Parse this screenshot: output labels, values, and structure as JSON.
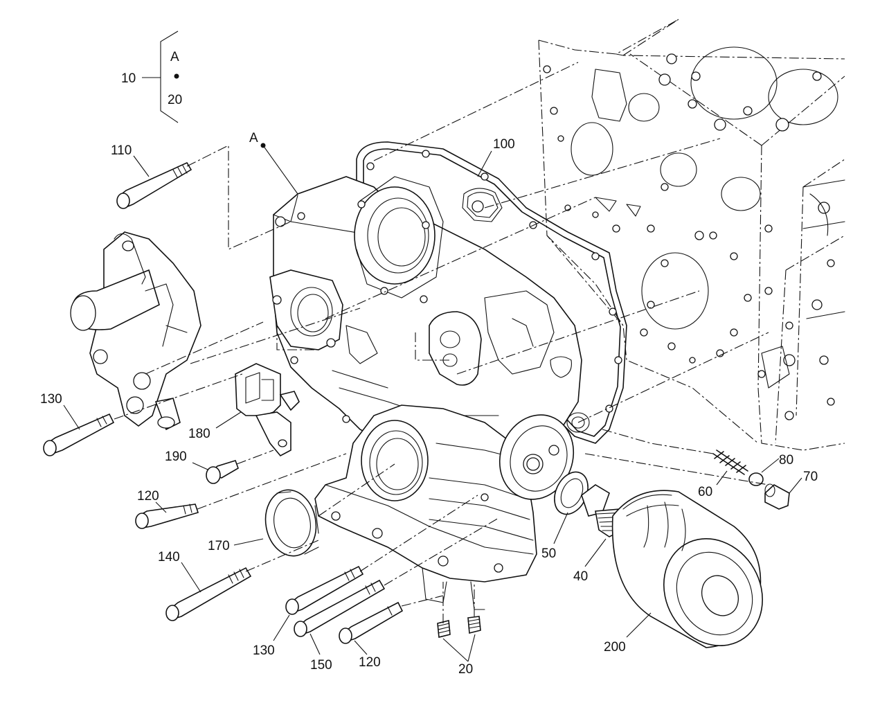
{
  "labels": {
    "bracket_top": "A",
    "bracket_bottom": "20",
    "bracket_main": "10",
    "ref_a": "A",
    "p100": "100",
    "p110": "110",
    "p130a": "130",
    "p180": "180",
    "p190": "190",
    "p120a": "120",
    "p170": "170",
    "p140": "140",
    "p130b": "130",
    "p150": "150",
    "p120b": "120",
    "p20": "20",
    "p200": "200",
    "p40": "40",
    "p50": "50",
    "p60": "60",
    "p80": "80",
    "p70": "70"
  }
}
